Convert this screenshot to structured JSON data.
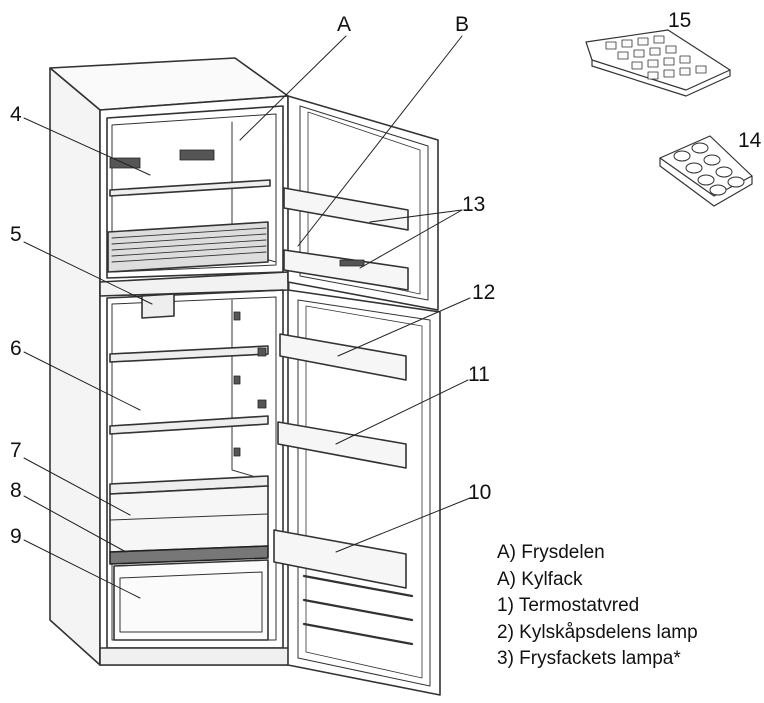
{
  "callouts": {
    "a": "A",
    "b": "B",
    "n4": "4",
    "n5": "5",
    "n6": "6",
    "n7": "7",
    "n8": "8",
    "n9": "9",
    "n10": "10",
    "n11": "11",
    "n12": "12",
    "n13": "13",
    "n14": "14",
    "n15": "15"
  },
  "legend": [
    "A) Frysdelen",
    "A) Kylfack",
    "1) Termostatvred",
    "2) Kylskåpsdelens lamp",
    "3) Frysfackets lampa*"
  ]
}
